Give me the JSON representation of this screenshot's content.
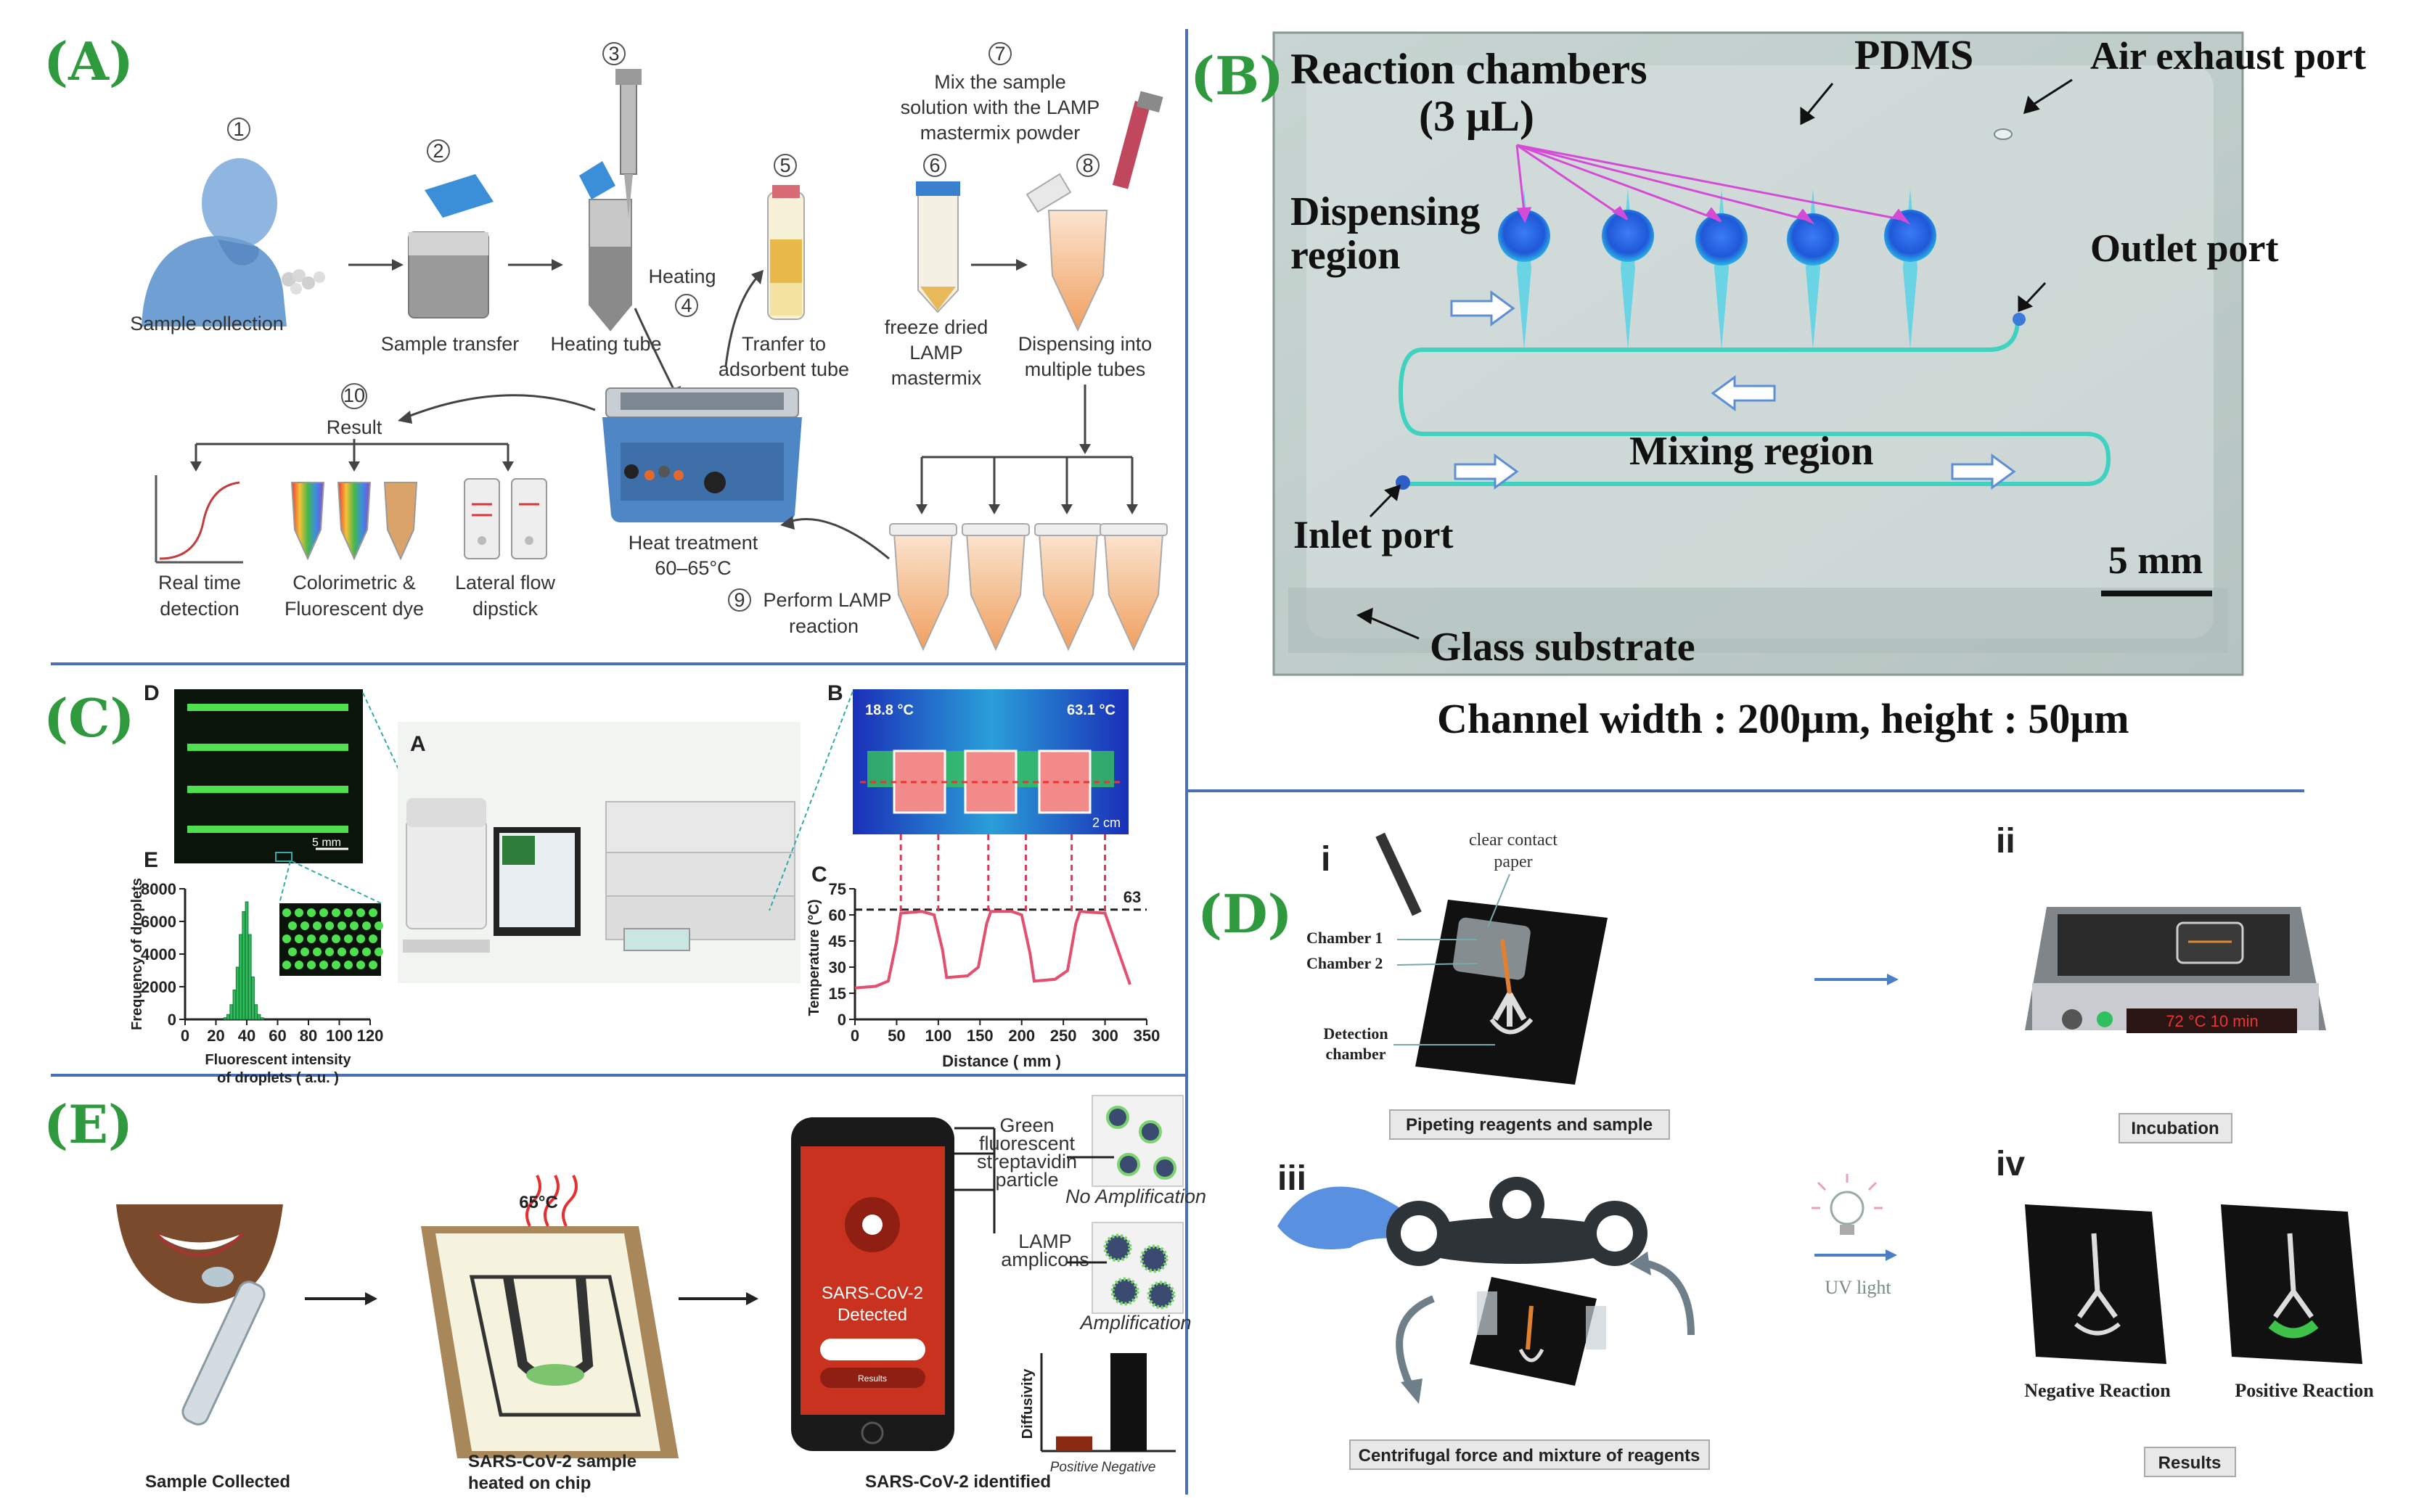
{
  "panels": {
    "A": {
      "label": "(A)",
      "steps": {
        "s1": "1",
        "s2": "2",
        "s3": "3",
        "s4": "4",
        "s5": "5",
        "s6": "6",
        "s7": "7",
        "s8": "8",
        "s9": "9",
        "s10": "10"
      },
      "sample_collection": "Sample collection",
      "sample_transfer": "Sample transfer",
      "heating_tube": "Heating tube",
      "heating": "Heating",
      "transfer_line1": "Tranfer to",
      "transfer_line2": "adsorbent tube",
      "freeze_line1": "freeze dried",
      "freeze_line2": "LAMP",
      "freeze_line3": "mastermix",
      "mix_line1": "Mix the sample",
      "mix_line2": "solution with the LAMP",
      "mix_line3": "mastermix powder",
      "dispense_line1": "Dispensing into",
      "dispense_line2": "multiple tubes",
      "result": "Result",
      "heat_line1": "Heat treatment",
      "heat_line2": "60–65°C",
      "perform_line1": "Perform LAMP",
      "perform_line2": "reaction",
      "realtime_line1": "Real time",
      "realtime_line2": "detection",
      "color_line1": "Colorimetric &",
      "color_line2": "Fluorescent dye",
      "lateral_line1": "Lateral flow",
      "lateral_line2": "dipstick"
    },
    "B": {
      "label": "(B)",
      "reaction_line1": "Reaction chambers",
      "reaction_line2": "(3 μL)",
      "pdms": "PDMS",
      "air_exhaust": "Air exhaust port",
      "dispensing_line1": "Dispensing",
      "dispensing_line2": "region",
      "outlet": "Outlet port",
      "mixing": "Mixing region",
      "inlet": "Inlet port",
      "scale": "5 mm",
      "glass": "Glass substrate",
      "channel": "Channel width : 200μm, height : 50μm"
    },
    "C": {
      "label": "(C)",
      "sub_D": "D",
      "sub_A": "A",
      "sub_B": "B",
      "sub_C": "C",
      "sub_E": "E",
      "scale_d": "5 mm",
      "scale_b": "2 cm",
      "temp_low": "18.8 °C",
      "temp_high": "63.1 °C",
      "hist_ylabel": "Frequency of droplets",
      "hist_xlabel_line1": "Fluorescent intensity",
      "hist_xlabel_line2": "of droplets ( a.u. )",
      "temp_ylabel": "Temperature (°C)",
      "temp_xlabel": "Distance ( mm )",
      "threshold_label": "63",
      "hist_yticks": [
        "8000",
        "6000",
        "4000",
        "2000",
        "0"
      ],
      "hist_xticks": [
        "0",
        "20",
        "40",
        "60",
        "80",
        "100",
        "120"
      ],
      "temp_yticks": [
        "75",
        "60",
        "45",
        "30",
        "15",
        "0"
      ],
      "temp_xticks": [
        "0",
        "50",
        "100",
        "150",
        "200",
        "250",
        "300",
        "350"
      ]
    },
    "D": {
      "label": "(D)",
      "i": "i",
      "ii": "ii",
      "iii": "iii",
      "iv": "iv",
      "clear_line1": "clear contact",
      "clear_line2": "paper",
      "chamber1": "Chamber 1",
      "chamber2": "Chamber 2",
      "detection_line1": "Detection",
      "detection_line2": "chamber",
      "piping": "Pipeting reagents and sample",
      "incubation": "Incubation",
      "display": "72 °C   10 min",
      "centrifugal": "Centrifugal force and mixture of reagents",
      "uv": "UV light",
      "negative": "Negative Reaction",
      "positive": "Positive Reaction",
      "results": "Results"
    },
    "E": {
      "label": "(E)",
      "temp": "65°C",
      "sample_collected": "Sample Collected",
      "heated_line1": "SARS-CoV-2 sample",
      "heated_line2": "heated on chip",
      "identified": "SARS-CoV-2 identified",
      "phone_line1": "SARS-CoV-2",
      "phone_line2": "Detected",
      "phone_results": "Results",
      "green_line1": "Green",
      "green_line2": "fluorescent",
      "green_line3": "streptavidin",
      "green_line4": "particle",
      "no_amp": "No Amplification",
      "lamp_line1": "LAMP",
      "lamp_line2": "amplicons",
      "amp": "Amplification",
      "diffusivity": "Diffusivity",
      "positive": "Positive",
      "negative": "Negative"
    }
  },
  "chart_data": [
    {
      "type": "bar",
      "xlabel": "Fluorescent intensity of droplets ( a.u. )",
      "ylabel": "Frequency of droplets",
      "xlim": [
        0,
        120
      ],
      "ylim": [
        0,
        8000
      ],
      "x": [
        26,
        28,
        30,
        32,
        34,
        36,
        38,
        40,
        42,
        44,
        46,
        48,
        50
      ],
      "values": [
        100,
        300,
        900,
        1800,
        3200,
        5200,
        6600,
        7200,
        5200,
        2600,
        900,
        300,
        100
      ]
    },
    {
      "type": "line",
      "xlabel": "Distance ( mm )",
      "ylabel": "Temperature (°C)",
      "xlim": [
        0,
        350
      ],
      "ylim": [
        0,
        75
      ],
      "threshold": 63,
      "x": [
        0,
        25,
        40,
        50,
        55,
        80,
        95,
        105,
        110,
        135,
        148,
        158,
        163,
        188,
        200,
        210,
        215,
        240,
        255,
        265,
        270,
        300,
        330
      ],
      "y": [
        18,
        19,
        22,
        45,
        61,
        62,
        60,
        40,
        24,
        25,
        30,
        55,
        62,
        62,
        60,
        38,
        22,
        23,
        28,
        55,
        62,
        61,
        20
      ]
    },
    {
      "type": "bar",
      "ylabel": "Diffusivity",
      "categories": [
        "Positive",
        "Negative"
      ],
      "values": [
        0.15,
        1.0
      ]
    }
  ]
}
